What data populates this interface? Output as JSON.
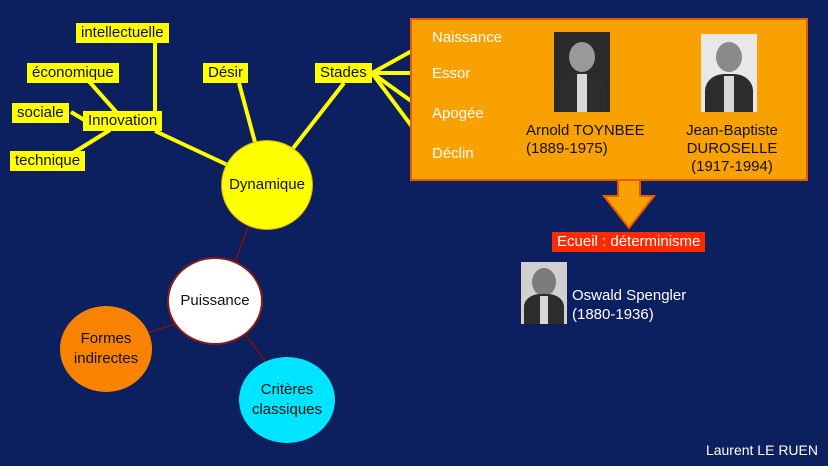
{
  "map": {
    "dynamique": "Dynamique",
    "desir": "Désir",
    "stades": "Stades",
    "innovation": "Innovation",
    "intellectuelle": "intellectuelle",
    "economique": "économique",
    "sociale": "sociale",
    "technique": "technique",
    "puissance": "Puissance",
    "formes": [
      "Formes",
      "indirectes"
    ],
    "criteres": [
      "Critères",
      "classiques"
    ]
  },
  "stades": {
    "items": [
      "Naissance",
      "Essor",
      "Apogée",
      "Déclin"
    ],
    "toynbee": {
      "name": "Arnold TOYNBEE",
      "dates": "(1889-1975)"
    },
    "duroselle": {
      "name1": "Jean-Baptiste",
      "name2": "DUROSELLE",
      "dates": "(1917-1994)"
    }
  },
  "ecueil": "Ecueil : déterminisme",
  "spengler": {
    "name": "Oswald Spengler",
    "dates": "(1880-1936)"
  },
  "author": "Laurent LE RUEN",
  "colors": {
    "background": "#0c1f5e",
    "yellow": "#ffff00",
    "orange": "#f8a100",
    "red": "#ff2a00",
    "cyan": "#00e5ff"
  }
}
